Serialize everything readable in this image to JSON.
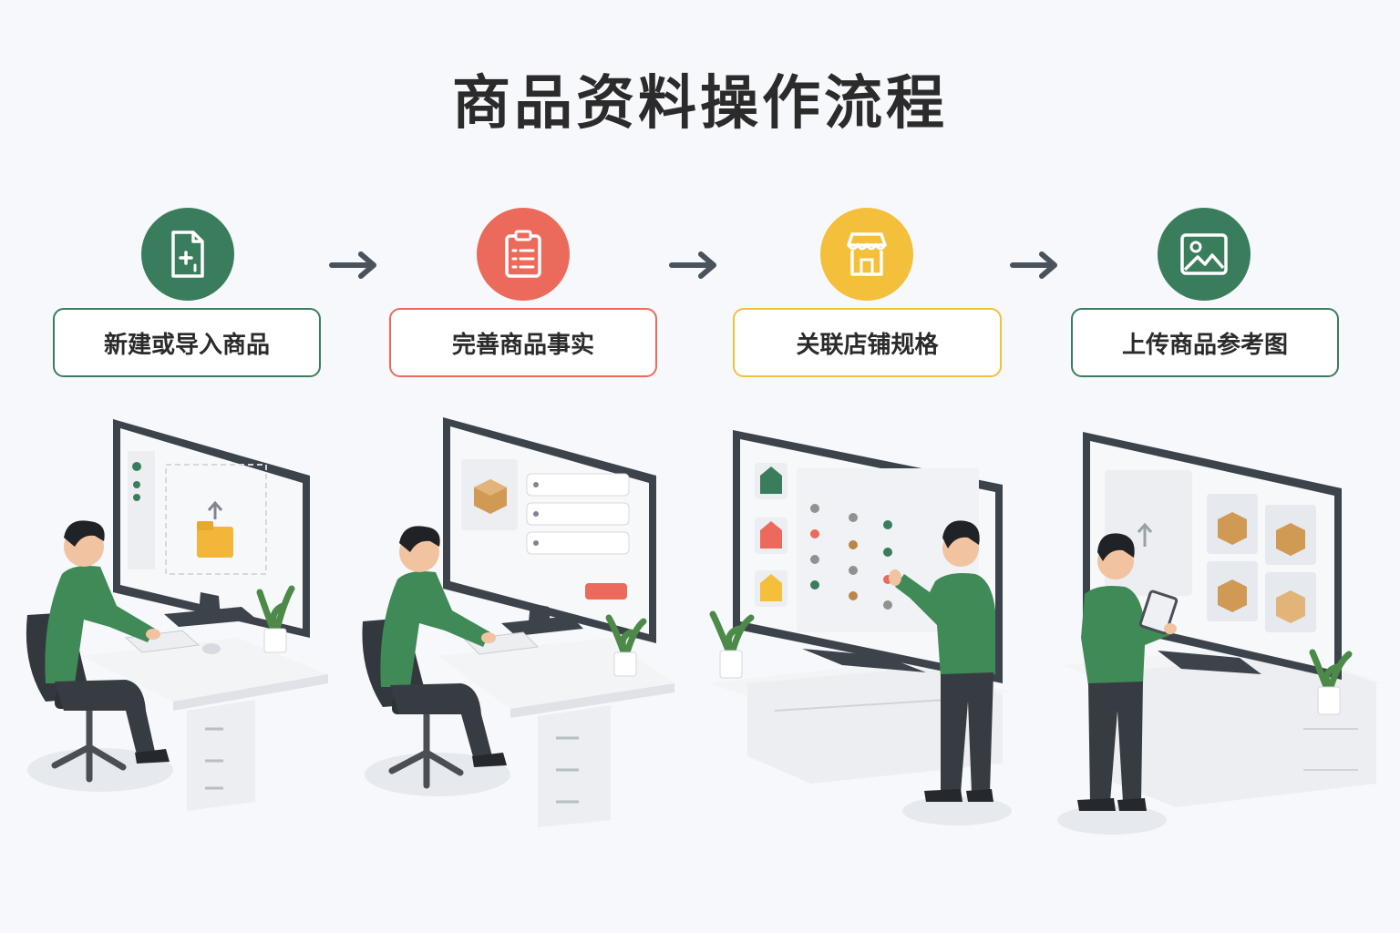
{
  "title": "商品资料操作流程",
  "colors": {
    "green": "#3a7d5c",
    "red": "#ec6a5c",
    "yellow": "#f4bf3a",
    "arrow": "#4a525c",
    "shirt": "#3f8a56",
    "pants": "#373c42",
    "monitor": "#3d434a"
  },
  "steps": [
    {
      "label": "新建或导入商品",
      "icon": "new-document-icon",
      "color": "#3a7d5c"
    },
    {
      "label": "完善商品事实",
      "icon": "clipboard-list-icon",
      "color": "#ec6a5c"
    },
    {
      "label": "关联店铺规格",
      "icon": "storefront-icon",
      "color": "#f4bf3a"
    },
    {
      "label": "上传商品参考图",
      "icon": "image-icon",
      "color": "#3a7d5c"
    }
  ]
}
